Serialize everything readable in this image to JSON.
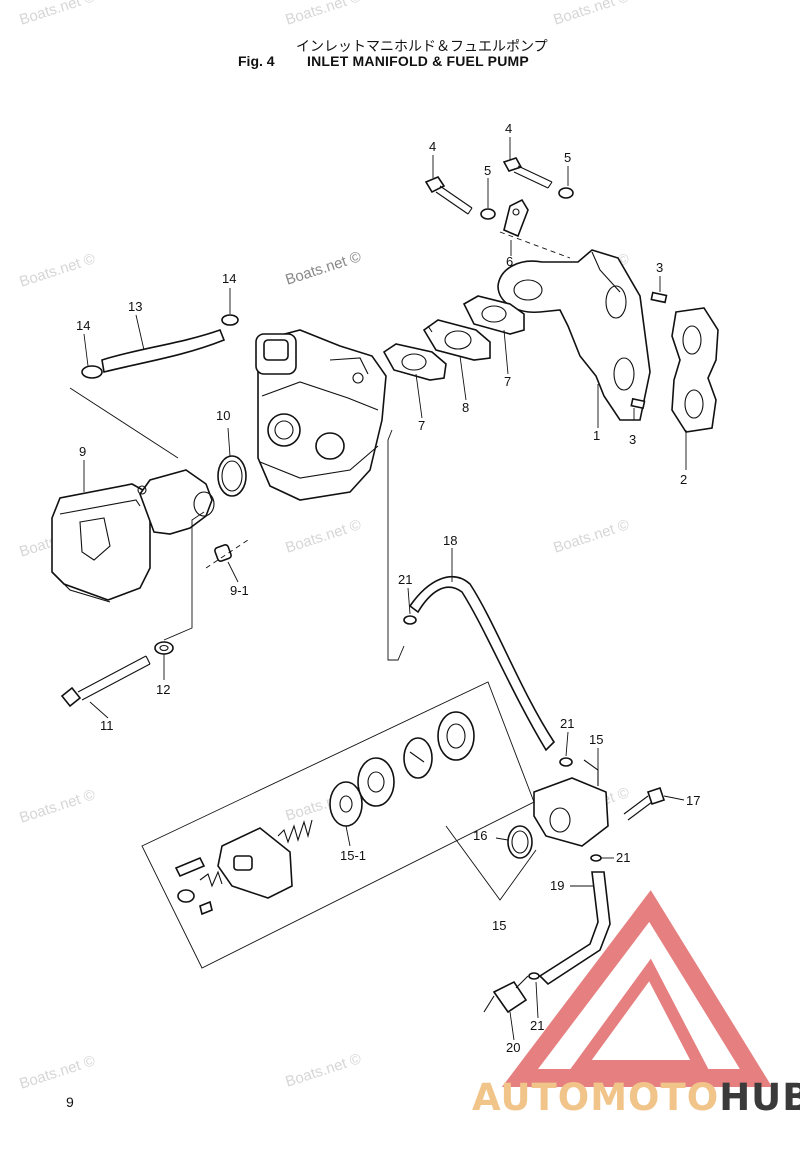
{
  "header": {
    "title_jp": "インレットマニホルド＆フュエルポンプ",
    "fig_label": "Fig. 4",
    "title_en": "INLET MANIFOLD & FUEL PUMP"
  },
  "page_number": "9",
  "watermark": "Boats.net ©",
  "callouts": {
    "c1": "1",
    "c2": "2",
    "c3a": "3",
    "c3b": "3",
    "c4a": "4",
    "c4b": "4",
    "c5a": "5",
    "c5b": "5",
    "c6": "6",
    "c7a": "7",
    "c7b": "7",
    "c8": "8",
    "c9": "9",
    "c9_1": "9-1",
    "c10": "10",
    "c11": "11",
    "c12": "12",
    "c13": "13",
    "c14a": "14",
    "c14b": "14",
    "c15a": "15",
    "c15b": "15",
    "c15_1": "15-1",
    "c16": "16",
    "c17": "17",
    "c18": "18",
    "c19": "19",
    "c20": "20",
    "c21a": "21",
    "c21b": "21",
    "c21c": "21",
    "c21d": "21"
  },
  "logo": {
    "brand_a": "AUTOMOTO",
    "brand_b": "HUB",
    "colors": {
      "triangle": "#e26b6b",
      "text_light": "#f1c48a",
      "text_dark": "#3a3a3a"
    }
  }
}
